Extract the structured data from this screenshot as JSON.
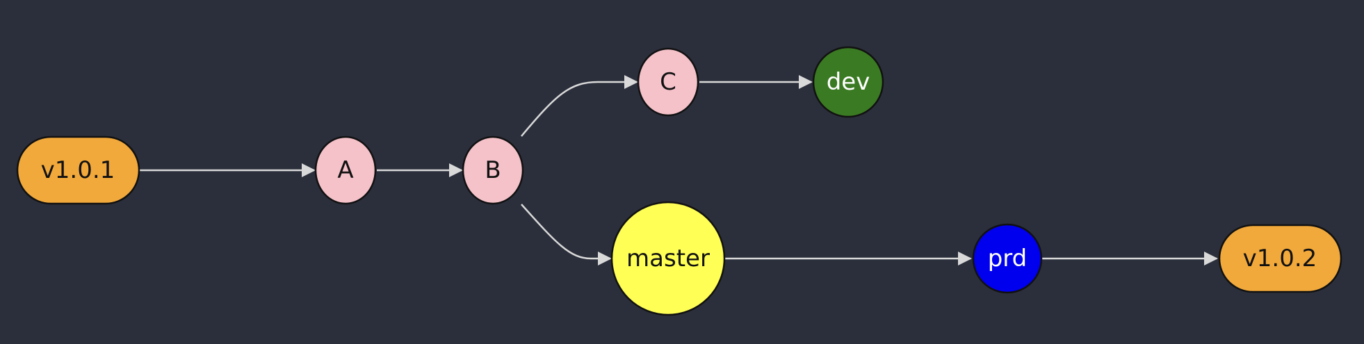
{
  "diagram": {
    "nodes": {
      "v101": {
        "label": "v1.0.1",
        "fill": "#f2a93b",
        "text_color": "#111111"
      },
      "A": {
        "label": "A",
        "fill": "#f5c2ca",
        "text_color": "#111111"
      },
      "B": {
        "label": "B",
        "fill": "#f5c2ca",
        "text_color": "#111111"
      },
      "C": {
        "label": "C",
        "fill": "#f5c2ca",
        "text_color": "#111111"
      },
      "dev": {
        "label": "dev",
        "fill": "#3a7a22",
        "text_color": "#ffffff"
      },
      "master": {
        "label": "master",
        "fill": "#ffff55",
        "text_color": "#111111"
      },
      "prd": {
        "label": "prd",
        "fill": "#0000ee",
        "text_color": "#ffffff"
      },
      "v102": {
        "label": "v1.0.2",
        "fill": "#f2a93b",
        "text_color": "#111111"
      }
    },
    "edges": [
      {
        "from": "v101",
        "to": "A"
      },
      {
        "from": "A",
        "to": "B"
      },
      {
        "from": "B",
        "to": "C"
      },
      {
        "from": "C",
        "to": "dev"
      },
      {
        "from": "B",
        "to": "master"
      },
      {
        "from": "master",
        "to": "prd"
      },
      {
        "from": "prd",
        "to": "v102"
      }
    ],
    "edge_color": "#d9d9d9",
    "background": "#2b2f3b"
  }
}
